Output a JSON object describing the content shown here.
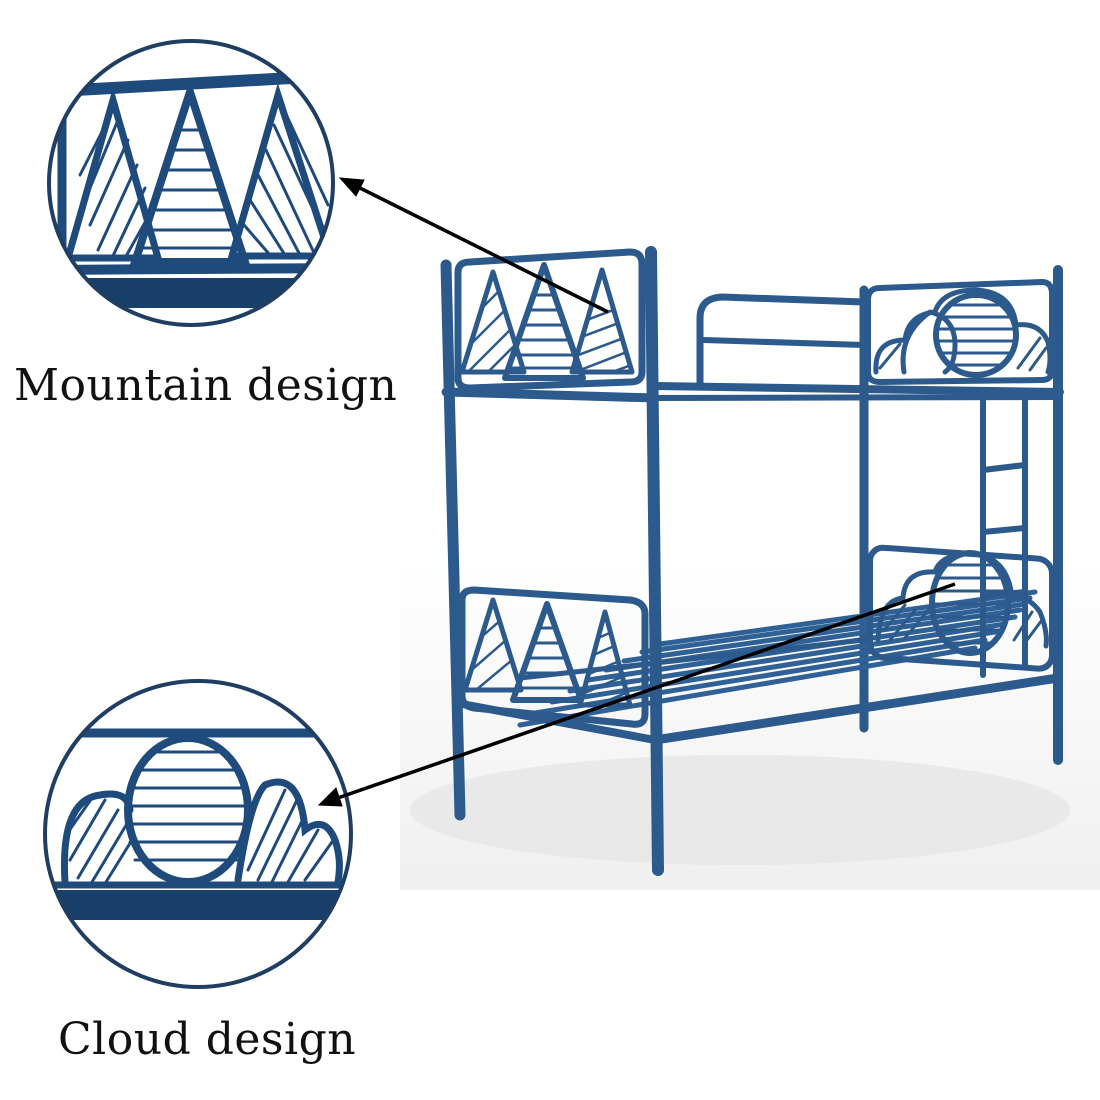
{
  "image": {
    "subject": "blue metal bunk bed",
    "colors": {
      "frame": "#2c5a8c",
      "frame_dark": "#173f6a",
      "floor_shadow": "#ececec",
      "callout_ring": "#1f3e62",
      "arrow": "#000000"
    }
  },
  "callouts": [
    {
      "id": "mountain",
      "label": "Mountain design"
    },
    {
      "id": "cloud",
      "label": "Cloud design"
    }
  ]
}
